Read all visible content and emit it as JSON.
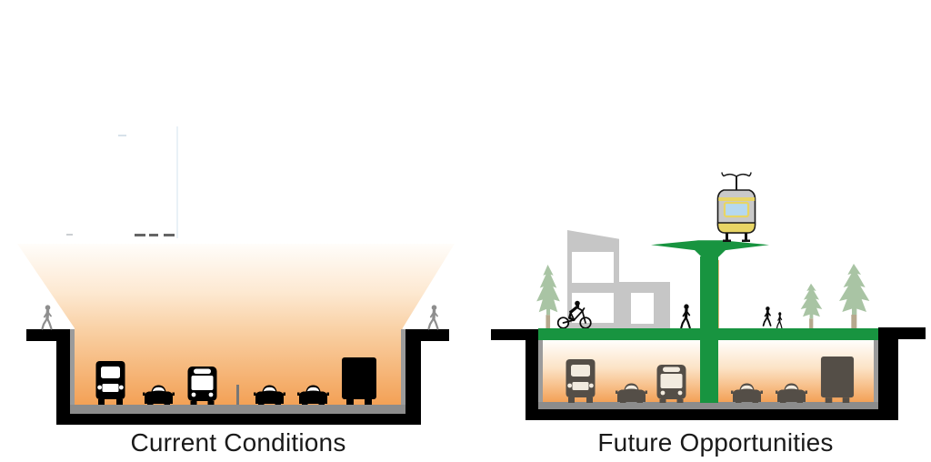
{
  "colors": {
    "structure_black": "#000000",
    "road_gray": "#8C8C8C",
    "wall_lining": "#9B9B9B",
    "glow_top": "#FFFDFA",
    "glow_mid": "#F9CFA2",
    "glow_bottom": "#F3A156",
    "cap_green": "#189440",
    "tree_green": "#A9C4A4",
    "trunk_tan": "#B7A98E",
    "building_gray": "#C6C6C6",
    "vehicle_dark": "#544E47",
    "pedestrian_gray": "#8E8E8E",
    "gondola_gray": "#C9C9C9",
    "gondola_yellow": "#E8D565",
    "gondola_window_blue": "#B5D8F0",
    "label_text": "#1A1A1A"
  },
  "panels": {
    "left": {
      "label": "Current Conditions",
      "icons": [
        "pedestrian",
        "truck",
        "car",
        "bus",
        "car",
        "car",
        "box-truck",
        "pedestrian"
      ]
    },
    "right": {
      "label": "Future Opportunities",
      "surface_icons": [
        "pine-tree",
        "bicyclist",
        "building",
        "pedestrian",
        "gondola-transit",
        "adult-and-child",
        "pine-tree",
        "pine-tree"
      ],
      "below_cap_icons": [
        "truck",
        "car",
        "bus",
        "car",
        "car",
        "box-truck"
      ]
    }
  }
}
